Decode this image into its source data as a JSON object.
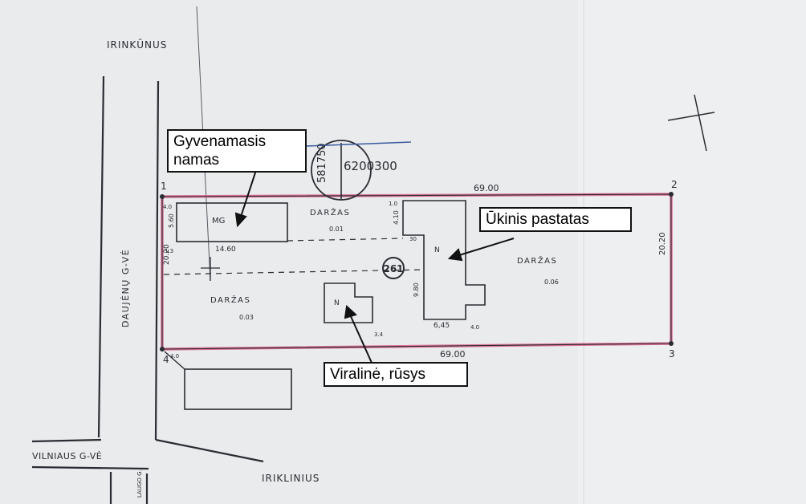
{
  "streets": {
    "top": "IRINKŪNUS",
    "vertical": "DAUJĖNŲ G-VĖ",
    "bottom_left": "VILNIAUS G-VĖ",
    "bottom": "IRIKLINIUS",
    "small_vertical": "LAUGO G."
  },
  "grid_stamp": {
    "vertical_number": "581750",
    "horizontal_number": "6200300"
  },
  "parcel": {
    "number": "261",
    "corners": [
      "1",
      "2",
      "3",
      "4"
    ],
    "dims": {
      "top": "69.00",
      "bottom": "69.00",
      "right": "20.20",
      "left": "20.20"
    }
  },
  "areas": {
    "darzas_top": {
      "label": "DARŽAS",
      "value": "0.01"
    },
    "darzas_left": {
      "label": "DARŽAS",
      "value": "0.03"
    },
    "darzas_right": {
      "label": "DARŽAS",
      "value": "0.06"
    }
  },
  "buildings": {
    "house": {
      "code": "MG",
      "length": "14.60",
      "width": "5.60",
      "offset_left": "4.0",
      "offset_bottom": "1.3"
    },
    "farm": {
      "code": "N",
      "width": "6,45",
      "height": "9.80",
      "offset_top": "4.10",
      "offset_side": "1.0",
      "offset_step": "30",
      "offset_bottom": "4.0"
    },
    "cellar": {
      "code": "N",
      "offset": "3.4"
    },
    "outside_offset": "4.0"
  },
  "labels": {
    "house": "Gyvenamasis\nnamas",
    "farm": "Ūkinis pastatas",
    "cellar": "Viralinė, rūsys"
  },
  "colors": {
    "paper": "#e9ebec",
    "ink": "#2a2c33",
    "boundary": "#d9668d"
  }
}
